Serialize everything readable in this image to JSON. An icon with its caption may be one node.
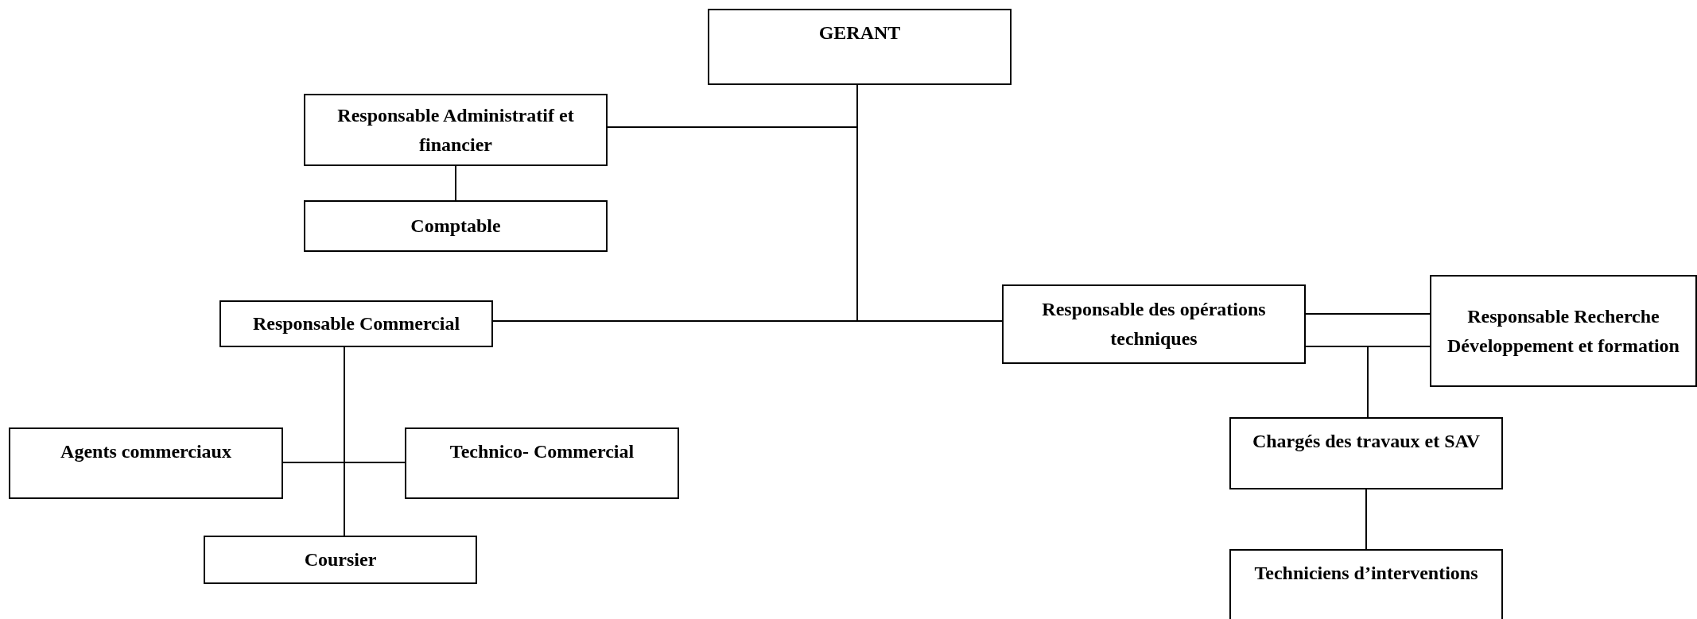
{
  "diagram": {
    "nodes": [
      {
        "text": [
          "GERANT"
        ]
      },
      {
        "text": [
          "Responsable Administratif et financier"
        ]
      },
      {
        "text": [
          "Comptable"
        ]
      },
      {
        "text": [
          "Responsable Commercial"
        ]
      },
      {
        "text": [
          "Responsable des opérations techniques"
        ]
      },
      {
        "text": [
          "Responsable Recherche Développement et formation"
        ]
      },
      {
        "text": [
          "Agents commerciaux"
        ]
      },
      {
        "text": [
          "Technico- Commercial"
        ]
      },
      {
        "text": [
          "Coursier"
        ]
      },
      {
        "text": [
          "Chargés des travaux et SAV"
        ]
      },
      {
        "text": [
          "Techniciens d’interventions"
        ]
      }
    ],
    "edges": [
      {
        "from": 0,
        "to": 1,
        "arrow": "none"
      },
      {
        "from": 1,
        "to": 2,
        "arrow": "none"
      },
      {
        "from": 0,
        "to": 3,
        "arrow": "none"
      },
      {
        "from": 0,
        "to": 4,
        "arrow": "none"
      },
      {
        "from": 3,
        "to": 6,
        "arrow": "none"
      },
      {
        "from": 3,
        "to": 7,
        "arrow": "none"
      },
      {
        "from": 3,
        "to": 8,
        "arrow": "none"
      },
      {
        "from": 4,
        "to": 5,
        "arrow": "none"
      },
      {
        "from": 4,
        "to": 9,
        "arrow": "none"
      },
      {
        "from": 5,
        "to": 9,
        "arrow": "none"
      },
      {
        "from": 9,
        "to": 10,
        "arrow": "none"
      }
    ]
  }
}
